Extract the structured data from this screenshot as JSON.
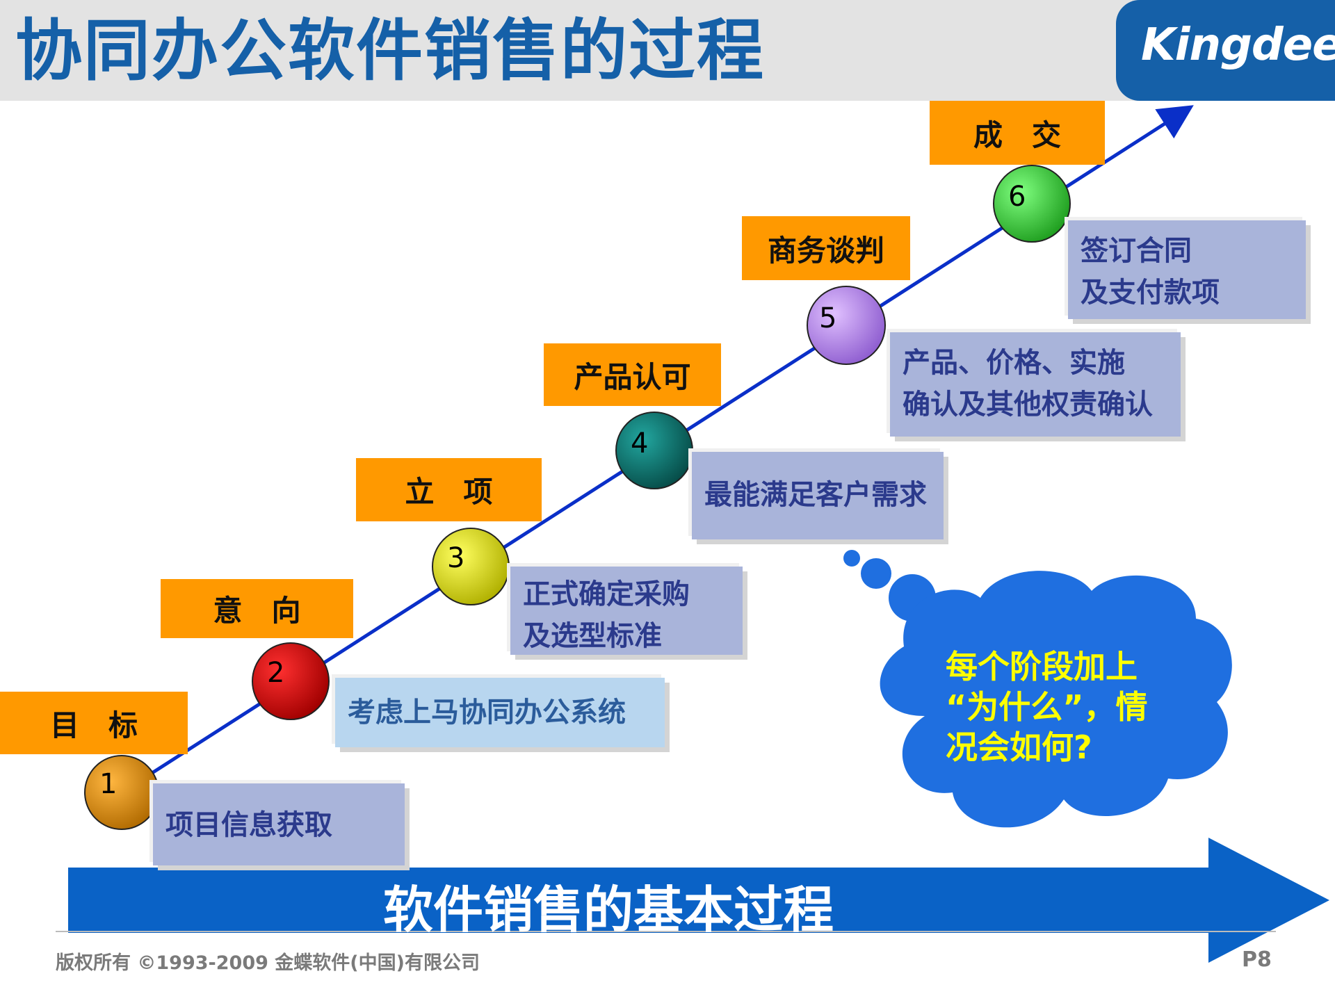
{
  "slide_title": "协同办公软件销售的过程",
  "logo_text": "Kingdee",
  "stages": [
    {
      "number": "1",
      "label": "目　标",
      "description": "项目信息获取",
      "ball_color": "#d68a00"
    },
    {
      "number": "2",
      "label": "意　向",
      "description": "考虑上马协同办公系统",
      "ball_color": "#e00000"
    },
    {
      "number": "3",
      "label": "立　项",
      "description": "正式确定采购\n及选型标准",
      "ball_color": "#f2f200"
    },
    {
      "number": "4",
      "label": "产品认可",
      "description": "最能满足客户需求",
      "ball_color": "#0f7d78"
    },
    {
      "number": "5",
      "label": "商务谈判",
      "description": "产品、价格、实施\n确认及其他权责确认",
      "ball_color": "#c090f0"
    },
    {
      "number": "6",
      "label": "成　交",
      "description": "签订合同\n及支付款项",
      "ball_color": "#40d040"
    }
  ],
  "thought_bubble": "每个阶段加上\n“为什么”，情\n况会如何?",
  "bottom_arrow_label": "软件销售的基本过程",
  "footer": "版权所有 ©1993-2009 金蝶软件(中国)有限公司",
  "page_number": "P8",
  "colors": {
    "brand_blue": "#1560a8",
    "stage_orange": "#ff9900",
    "desc_box": "#a9b4da",
    "cloud_blue": "#1f6fe0",
    "arrow_blue": "#0a62c6",
    "cloud_text": "#ffff00"
  }
}
